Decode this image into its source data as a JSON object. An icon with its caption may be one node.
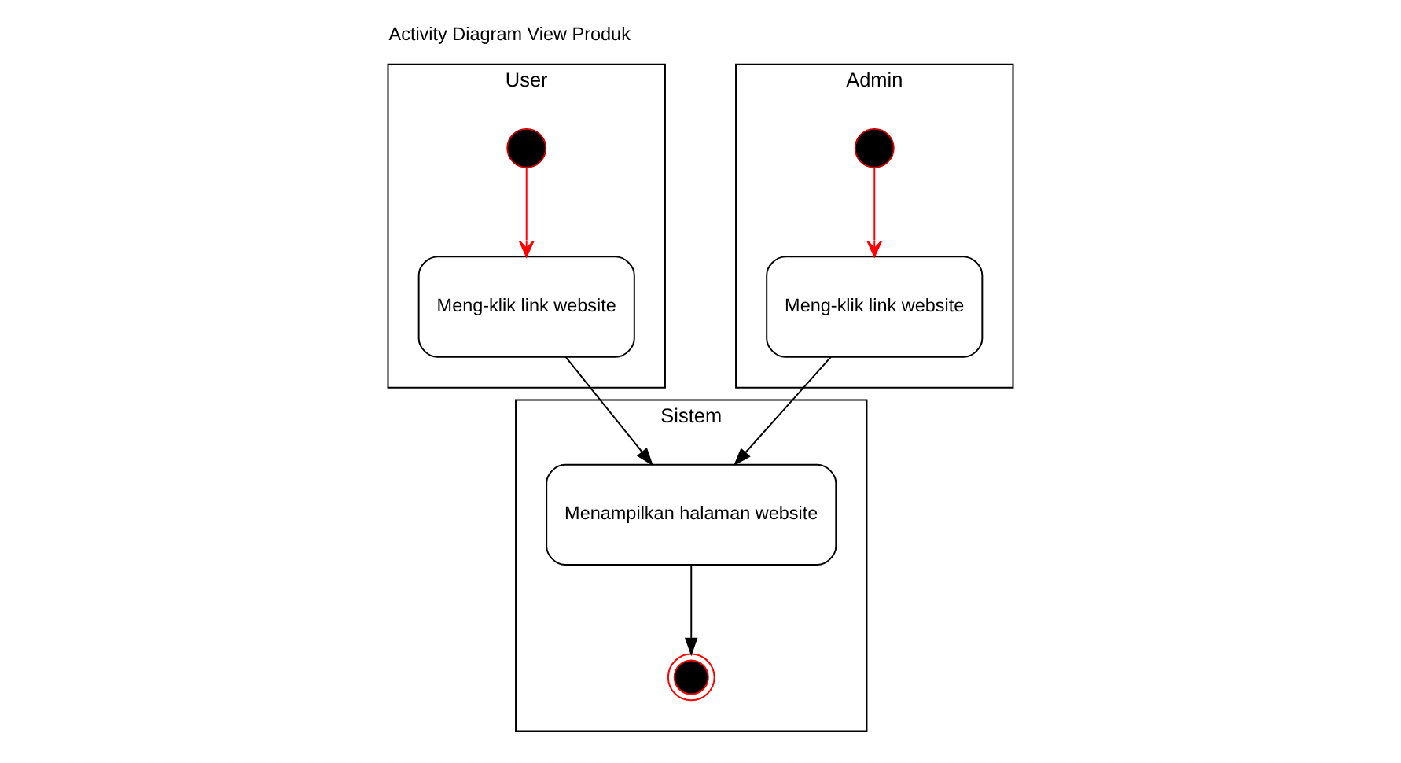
{
  "diagram": {
    "title": "Activity Diagram View Produk",
    "nodes": [
      {
        "text": [
          "User"
        ]
      },
      {
        "text": [
          "Sistem"
        ]
      },
      {
        "text": [
          "Admin"
        ]
      },
      {
        "text": [],
        "shape": "circle",
        "in": 0
      },
      {
        "text": [
          "Meng-klik link website"
        ],
        "in": 0
      },
      {
        "text": [
          "Menampilkan halaman website"
        ],
        "in": 1
      },
      {
        "text": [],
        "shape": "bullseye",
        "in": 1
      },
      {
        "text": [],
        "shape": "circle",
        "in": 2
      },
      {
        "text": [
          "Meng-klik link website"
        ],
        "in": 2
      }
    ],
    "edges": [
      {
        "from": 3,
        "to": 4,
        "arrow": "to",
        "color": "#ff0000"
      },
      {
        "from": 4,
        "to": 5,
        "arrow": "to"
      },
      {
        "from": 8,
        "to": 5,
        "arrow": "to"
      },
      {
        "from": 5,
        "to": 6,
        "arrow": "to"
      },
      {
        "from": 7,
        "to": 8,
        "arrow": "to",
        "color": "#ff0000"
      }
    ]
  }
}
